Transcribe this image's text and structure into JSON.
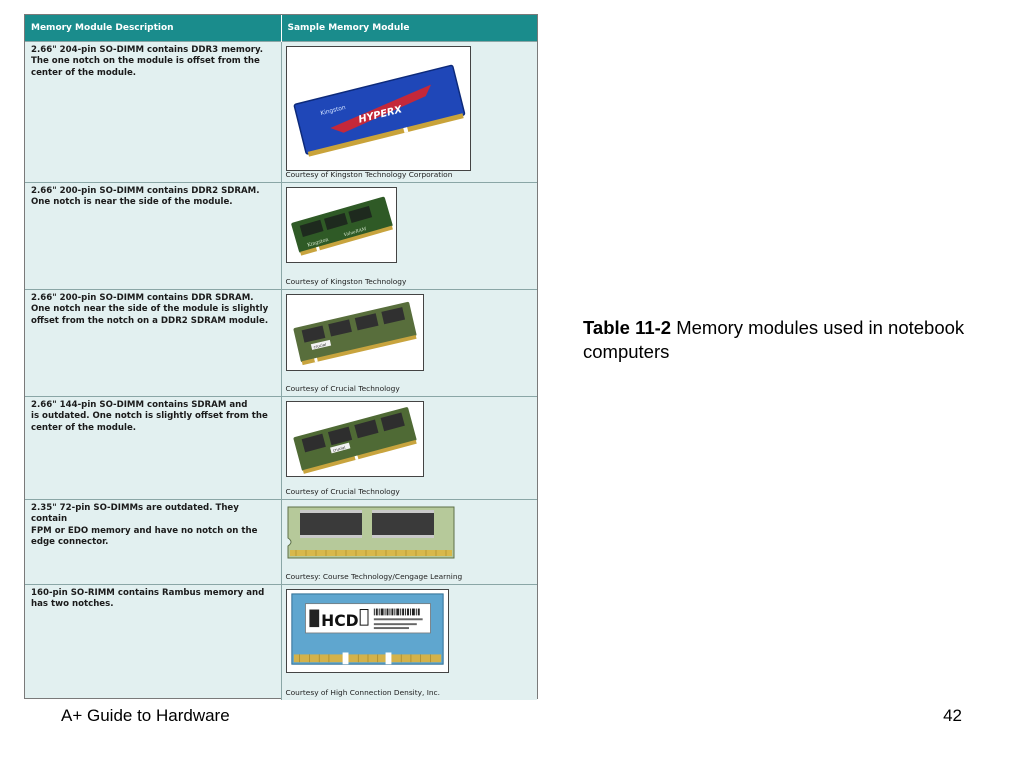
{
  "table": {
    "header_desc": "Memory Module Description",
    "header_sample": "Sample Memory Module",
    "rows": [
      {
        "desc_lines": [
          "2.66\" 204-pin SO-DIMM contains DDR3 memory.",
          "The one notch on the module is offset from the",
          "center of the module."
        ],
        "caption": "Courtesy of Kingston Technology Corporation",
        "image": "blue-hyperx-so-dimm-photo",
        "brand_text": "Kingston",
        "product_text": "HYPERX"
      },
      {
        "desc_lines": [
          "2.66\" 200-pin SO-DIMM contains DDR2 SDRAM.",
          "One notch is near the side of the module."
        ],
        "caption": "Courtesy of Kingston Technology",
        "image": "green-ddr2-so-dimm-photo",
        "brand_text": "Kingston",
        "product_text": "ValueRAM"
      },
      {
        "desc_lines": [
          "2.66\" 200-pin SO-DIMM contains DDR SDRAM.",
          "One notch near the side of the module is slightly",
          "offset from the notch on a DDR2 SDRAM module."
        ],
        "caption": "Courtesy of Crucial Technology",
        "image": "green-ddr-so-dimm-photo",
        "brand_text": "crucial"
      },
      {
        "desc_lines": [
          "2.66\" 144-pin SO-DIMM contains SDRAM and",
          "is outdated. One notch is slightly offset from the",
          "center of the module."
        ],
        "caption": "Courtesy of Crucial Technology",
        "image": "green-sdram-so-dimm-photo",
        "brand_text": "crucial"
      },
      {
        "desc_lines": [
          "2.35\" 72-pin SO-DIMMs are outdated. They contain",
          "FPM or EDO memory and have no notch on the",
          "edge connector."
        ],
        "caption": "Courtesy: Course Technology/Cengage Learning",
        "image": "72-pin-so-dimm-drawing"
      },
      {
        "desc_lines": [
          "160-pin SO-RIMM contains Rambus memory and",
          "has two notches."
        ],
        "caption": "Courtesy of High Connection Density, Inc.",
        "image": "so-rimm-photo",
        "logo_text": "HCD"
      }
    ]
  },
  "side_caption": {
    "label": "Table 11-2",
    "text": " Memory modules used in notebook computers"
  },
  "footer": {
    "left": "A+ Guide to Hardware",
    "right": "42"
  }
}
